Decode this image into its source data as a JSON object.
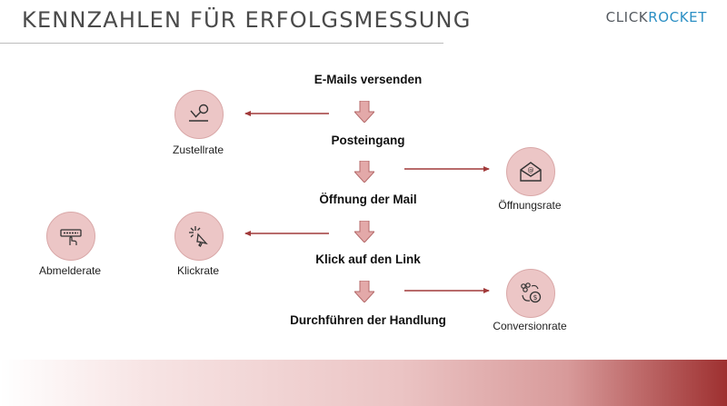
{
  "header": {
    "title": "KENNZAHLEN FÜR ERFOLGSMESSUNG",
    "logo_part1": "CLICK",
    "logo_part2": "ROCKET"
  },
  "steps": [
    "E-Mails versenden",
    "Posteingang",
    "Öffnung der Mail",
    "Klick auf den Link",
    "Durchführen der Handlung"
  ],
  "metrics": {
    "zustellrate": {
      "label": "Zustellrate",
      "icon": "delivery-signal-icon"
    },
    "oeffnungsrate": {
      "label": "Öffnungsrate",
      "icon": "open-envelope-icon"
    },
    "abmelderate": {
      "label": "Abmelderate",
      "icon": "unsubscribe-click-icon"
    },
    "klickrate": {
      "label": "Klickrate",
      "icon": "cursor-click-icon"
    },
    "conversionrate": {
      "label": "Conversionrate",
      "icon": "conversion-dollar-icon"
    }
  },
  "colors": {
    "accent_dark": "#a13a3a",
    "circle_fill": "#ecc6c6",
    "arrow_fill": "#e3a9a9",
    "logo_blue": "#2b8fc4"
  }
}
